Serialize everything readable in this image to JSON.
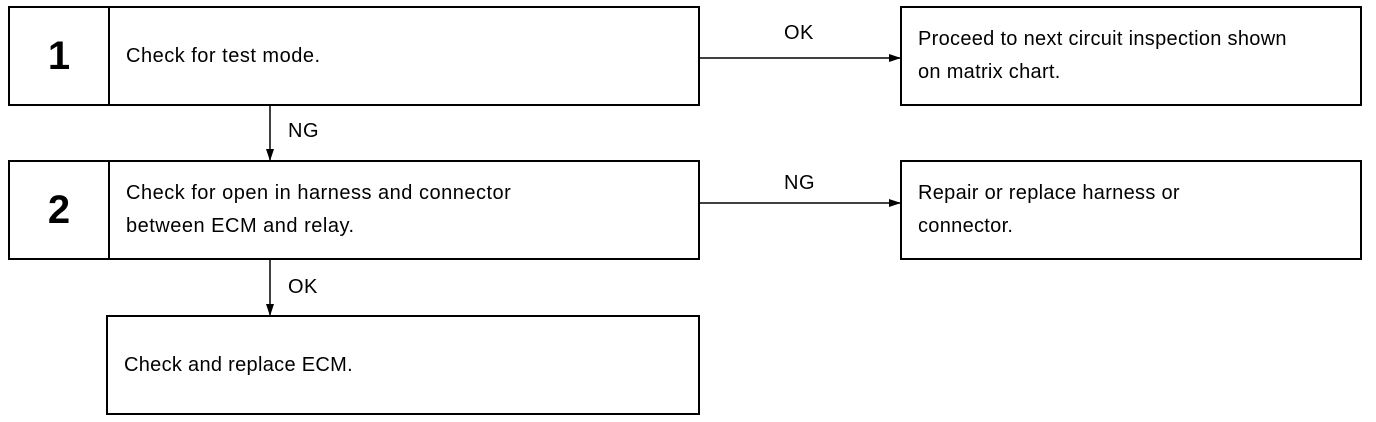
{
  "steps": [
    {
      "number": "1",
      "text": "Check for test mode."
    },
    {
      "number": "2",
      "text": "Check for open in harness and connector\nbetween ECM and relay."
    }
  ],
  "results": {
    "step1_ok": "Proceed to next circuit inspection shown\non matrix chart.",
    "step2_ng": "Repair or replace harness or\nconnector.",
    "final": "Check and replace ECM."
  },
  "labels": {
    "step1_right": "OK",
    "step1_down": "NG",
    "step2_right": "NG",
    "step2_down": "OK"
  }
}
